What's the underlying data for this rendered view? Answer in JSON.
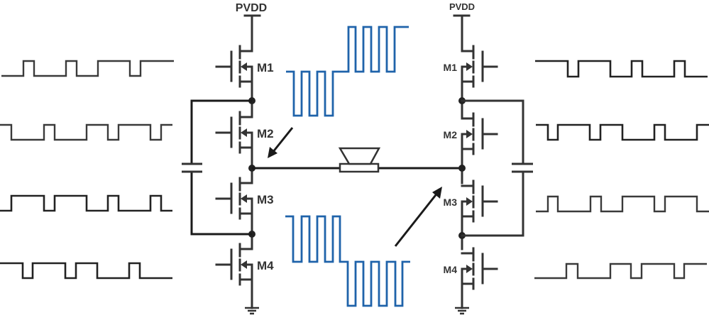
{
  "title": "Class-D H-bridge with flying-capacitor multilevel drive",
  "supply_left": "PVDD",
  "supply_right": "PVDD",
  "colors": {
    "wire": "#333333",
    "pwm_wave": "#222222",
    "output_wave": "#1f63aa"
  },
  "left_leg": {
    "transistors": [
      {
        "label": "M1"
      },
      {
        "label": "M2"
      },
      {
        "label": "M3"
      },
      {
        "label": "M4"
      }
    ]
  },
  "right_leg": {
    "transistors": [
      {
        "label": "M1"
      },
      {
        "label": "M2"
      },
      {
        "label": "M3"
      },
      {
        "label": "M4"
      }
    ]
  },
  "load": {
    "type": "speaker",
    "icon": "speaker-icon"
  },
  "flying_capacitors": [
    {
      "side": "left"
    },
    {
      "side": "right"
    }
  ],
  "gate_drive_waveforms": {
    "left": [
      {
        "gate": "M1",
        "levels": [
          0,
          1,
          0,
          1,
          0,
          1,
          0,
          1
        ]
      },
      {
        "gate": "M2",
        "levels": [
          1,
          0,
          1,
          0,
          1,
          0,
          1,
          0,
          1
        ]
      },
      {
        "gate": "M3",
        "levels": [
          0,
          1,
          0,
          1,
          0,
          1,
          0,
          1,
          0
        ]
      },
      {
        "gate": "M4",
        "levels": [
          1,
          0,
          1,
          0,
          1,
          0,
          1,
          0
        ]
      }
    ],
    "right": [
      {
        "gate": "M1",
        "levels": [
          1,
          0,
          1,
          0,
          1,
          0,
          1,
          0
        ]
      },
      {
        "gate": "M2",
        "levels": [
          1,
          0,
          1,
          0,
          1,
          0,
          1,
          0,
          1
        ]
      },
      {
        "gate": "M3",
        "levels": [
          0,
          1,
          0,
          1,
          0,
          1,
          0,
          1,
          0
        ]
      },
      {
        "gate": "M4",
        "levels": [
          0,
          1,
          0,
          1,
          0,
          1,
          0,
          1
        ]
      }
    ]
  },
  "output_waveforms": {
    "left_node": "three-level: pulses between mid and low, then between high and mid",
    "right_node": "three-level: pulses between high and mid, then between mid and low"
  }
}
